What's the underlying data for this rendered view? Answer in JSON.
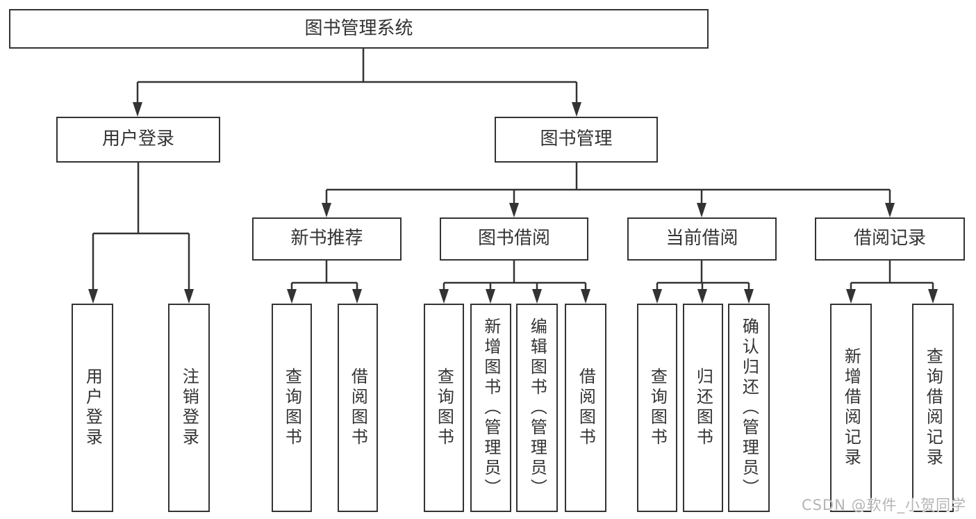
{
  "tree": {
    "label": "图书管理系统",
    "children": [
      {
        "label": "用户登录",
        "children": [
          {
            "label": "用户登录"
          },
          {
            "label": "注销登录"
          }
        ]
      },
      {
        "label": "图书管理",
        "children": [
          {
            "label": "新书推荐",
            "children": [
              {
                "label": "查询图书"
              },
              {
                "label": "借阅图书"
              }
            ]
          },
          {
            "label": "图书借阅",
            "children": [
              {
                "label": "查询图书"
              },
              {
                "label": "新增图书（管理员）"
              },
              {
                "label": "编辑图书（管理员）"
              },
              {
                "label": "借阅图书"
              }
            ]
          },
          {
            "label": "当前借阅",
            "children": [
              {
                "label": "查询图书"
              },
              {
                "label": "归还图书"
              },
              {
                "label": "确认归还（管理员）"
              }
            ]
          },
          {
            "label": "借阅记录",
            "children": [
              {
                "label": "新增借阅记录"
              },
              {
                "label": "查询借阅记录"
              }
            ]
          }
        ]
      }
    ]
  },
  "watermark": {
    "text": "CSDN @软件_小贺同学"
  },
  "colors": {
    "line": "#333333",
    "text": "#333333",
    "box_fill": "#ffffff",
    "watermark": "#b4b4b4",
    "background": "#ffffff"
  }
}
